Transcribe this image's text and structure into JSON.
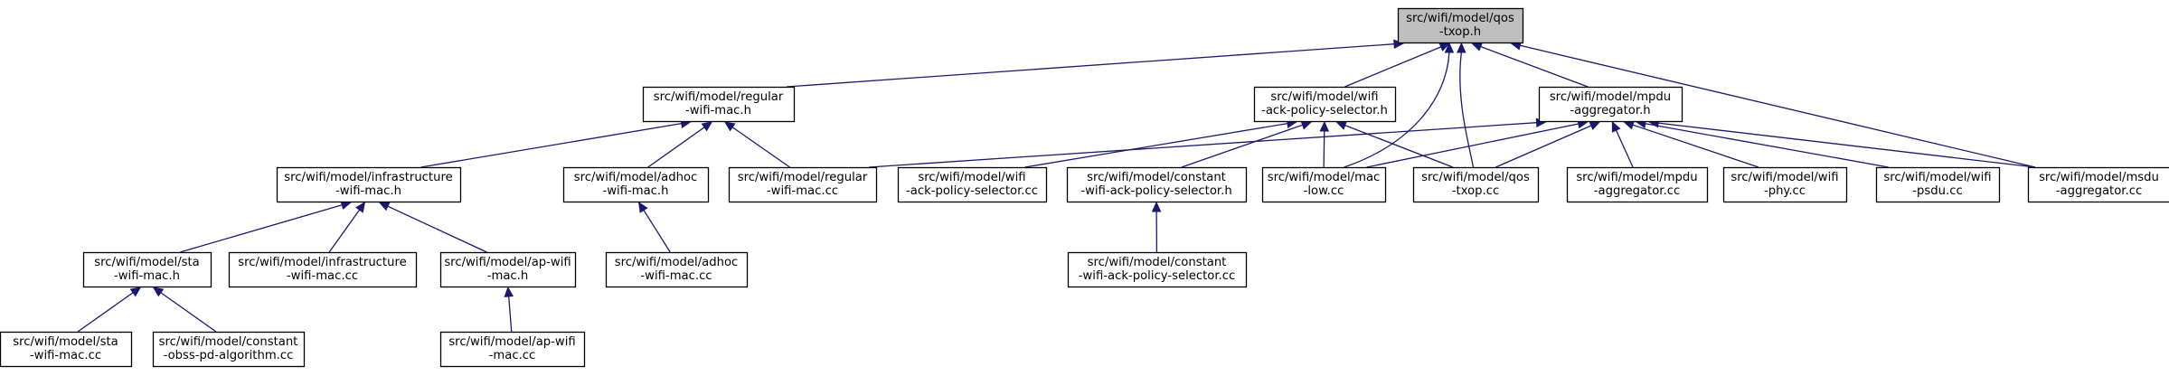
{
  "colors": {
    "edge": "#191970",
    "node_fill": "#ffffff",
    "root_fill": "#bfbfbf",
    "border": "#000000"
  },
  "nodes": [
    {
      "id": "qos-txop-h",
      "lines": [
        "src/wifi/model/qos",
        "-txop.h"
      ],
      "root": true
    },
    {
      "id": "regular-wifi-mac-h",
      "lines": [
        "src/wifi/model/regular",
        "-wifi-mac.h"
      ]
    },
    {
      "id": "wifi-ack-policy-selector-h",
      "lines": [
        "src/wifi/model/wifi",
        "-ack-policy-selector.h"
      ]
    },
    {
      "id": "mpdu-aggregator-h",
      "lines": [
        "src/wifi/model/mpdu",
        "-aggregator.h"
      ]
    },
    {
      "id": "infrastructure-wifi-mac-h",
      "lines": [
        "src/wifi/model/infrastructure",
        "-wifi-mac.h"
      ]
    },
    {
      "id": "adhoc-wifi-mac-h",
      "lines": [
        "src/wifi/model/adhoc",
        "-wifi-mac.h"
      ]
    },
    {
      "id": "regular-wifi-mac-cc",
      "lines": [
        "src/wifi/model/regular",
        "-wifi-mac.cc"
      ]
    },
    {
      "id": "wifi-ack-policy-selector-cc",
      "lines": [
        "src/wifi/model/wifi",
        "-ack-policy-selector.cc"
      ]
    },
    {
      "id": "constant-wifi-ack-policy-selector-h",
      "lines": [
        "src/wifi/model/constant",
        "-wifi-ack-policy-selector.h"
      ]
    },
    {
      "id": "mac-low-cc",
      "lines": [
        "src/wifi/model/mac",
        "-low.cc"
      ]
    },
    {
      "id": "qos-txop-cc",
      "lines": [
        "src/wifi/model/qos",
        "-txop.cc"
      ]
    },
    {
      "id": "mpdu-aggregator-cc",
      "lines": [
        "src/wifi/model/mpdu",
        "-aggregator.cc"
      ]
    },
    {
      "id": "wifi-phy-cc",
      "lines": [
        "src/wifi/model/wifi",
        "-phy.cc"
      ]
    },
    {
      "id": "wifi-psdu-cc",
      "lines": [
        "src/wifi/model/wifi",
        "-psdu.cc"
      ]
    },
    {
      "id": "msdu-aggregator-cc",
      "lines": [
        "src/wifi/model/msdu",
        "-aggregator.cc"
      ]
    },
    {
      "id": "sta-wifi-mac-h",
      "lines": [
        "src/wifi/model/sta",
        "-wifi-mac.h"
      ]
    },
    {
      "id": "infrastructure-wifi-mac-cc",
      "lines": [
        "src/wifi/model/infrastructure",
        "-wifi-mac.cc"
      ]
    },
    {
      "id": "ap-wifi-mac-h",
      "lines": [
        "src/wifi/model/ap-wifi",
        "-mac.h"
      ]
    },
    {
      "id": "adhoc-wifi-mac-cc",
      "lines": [
        "src/wifi/model/adhoc",
        "-wifi-mac.cc"
      ]
    },
    {
      "id": "constant-wifi-ack-policy-selector-cc",
      "lines": [
        "src/wifi/model/constant",
        "-wifi-ack-policy-selector.cc"
      ]
    },
    {
      "id": "sta-wifi-mac-cc",
      "lines": [
        "src/wifi/model/sta",
        "-wifi-mac.cc"
      ]
    },
    {
      "id": "constant-obss-pd-algorithm-cc",
      "lines": [
        "src/wifi/model/constant",
        "-obss-pd-algorithm.cc"
      ]
    },
    {
      "id": "ap-wifi-mac-cc",
      "lines": [
        "src/wifi/model/ap-wifi",
        "-mac.cc"
      ]
    }
  ],
  "edges": [
    {
      "from": "regular-wifi-mac-h",
      "to": "qos-txop-h"
    },
    {
      "from": "wifi-ack-policy-selector-h",
      "to": "qos-txop-h"
    },
    {
      "from": "mpdu-aggregator-h",
      "to": "qos-txop-h"
    },
    {
      "from": "mac-low-cc",
      "to": "qos-txop-h"
    },
    {
      "from": "qos-txop-cc",
      "to": "qos-txop-h"
    },
    {
      "from": "msdu-aggregator-cc",
      "to": "qos-txop-h"
    },
    {
      "from": "infrastructure-wifi-mac-h",
      "to": "regular-wifi-mac-h"
    },
    {
      "from": "adhoc-wifi-mac-h",
      "to": "regular-wifi-mac-h"
    },
    {
      "from": "regular-wifi-mac-cc",
      "to": "regular-wifi-mac-h"
    },
    {
      "from": "wifi-ack-policy-selector-cc",
      "to": "wifi-ack-policy-selector-h"
    },
    {
      "from": "constant-wifi-ack-policy-selector-h",
      "to": "wifi-ack-policy-selector-h"
    },
    {
      "from": "mac-low-cc",
      "to": "wifi-ack-policy-selector-h"
    },
    {
      "from": "qos-txop-cc",
      "to": "wifi-ack-policy-selector-h"
    },
    {
      "from": "regular-wifi-mac-cc",
      "to": "mpdu-aggregator-h"
    },
    {
      "from": "mac-low-cc",
      "to": "mpdu-aggregator-h"
    },
    {
      "from": "qos-txop-cc",
      "to": "mpdu-aggregator-h"
    },
    {
      "from": "mpdu-aggregator-cc",
      "to": "mpdu-aggregator-h"
    },
    {
      "from": "wifi-phy-cc",
      "to": "mpdu-aggregator-h"
    },
    {
      "from": "wifi-psdu-cc",
      "to": "mpdu-aggregator-h"
    },
    {
      "from": "msdu-aggregator-cc",
      "to": "mpdu-aggregator-h"
    },
    {
      "from": "sta-wifi-mac-h",
      "to": "infrastructure-wifi-mac-h"
    },
    {
      "from": "infrastructure-wifi-mac-cc",
      "to": "infrastructure-wifi-mac-h"
    },
    {
      "from": "ap-wifi-mac-h",
      "to": "infrastructure-wifi-mac-h"
    },
    {
      "from": "adhoc-wifi-mac-cc",
      "to": "adhoc-wifi-mac-h"
    },
    {
      "from": "constant-wifi-ack-policy-selector-cc",
      "to": "constant-wifi-ack-policy-selector-h"
    },
    {
      "from": "sta-wifi-mac-cc",
      "to": "sta-wifi-mac-h"
    },
    {
      "from": "constant-obss-pd-algorithm-cc",
      "to": "sta-wifi-mac-h"
    },
    {
      "from": "ap-wifi-mac-cc",
      "to": "ap-wifi-mac-h"
    }
  ]
}
